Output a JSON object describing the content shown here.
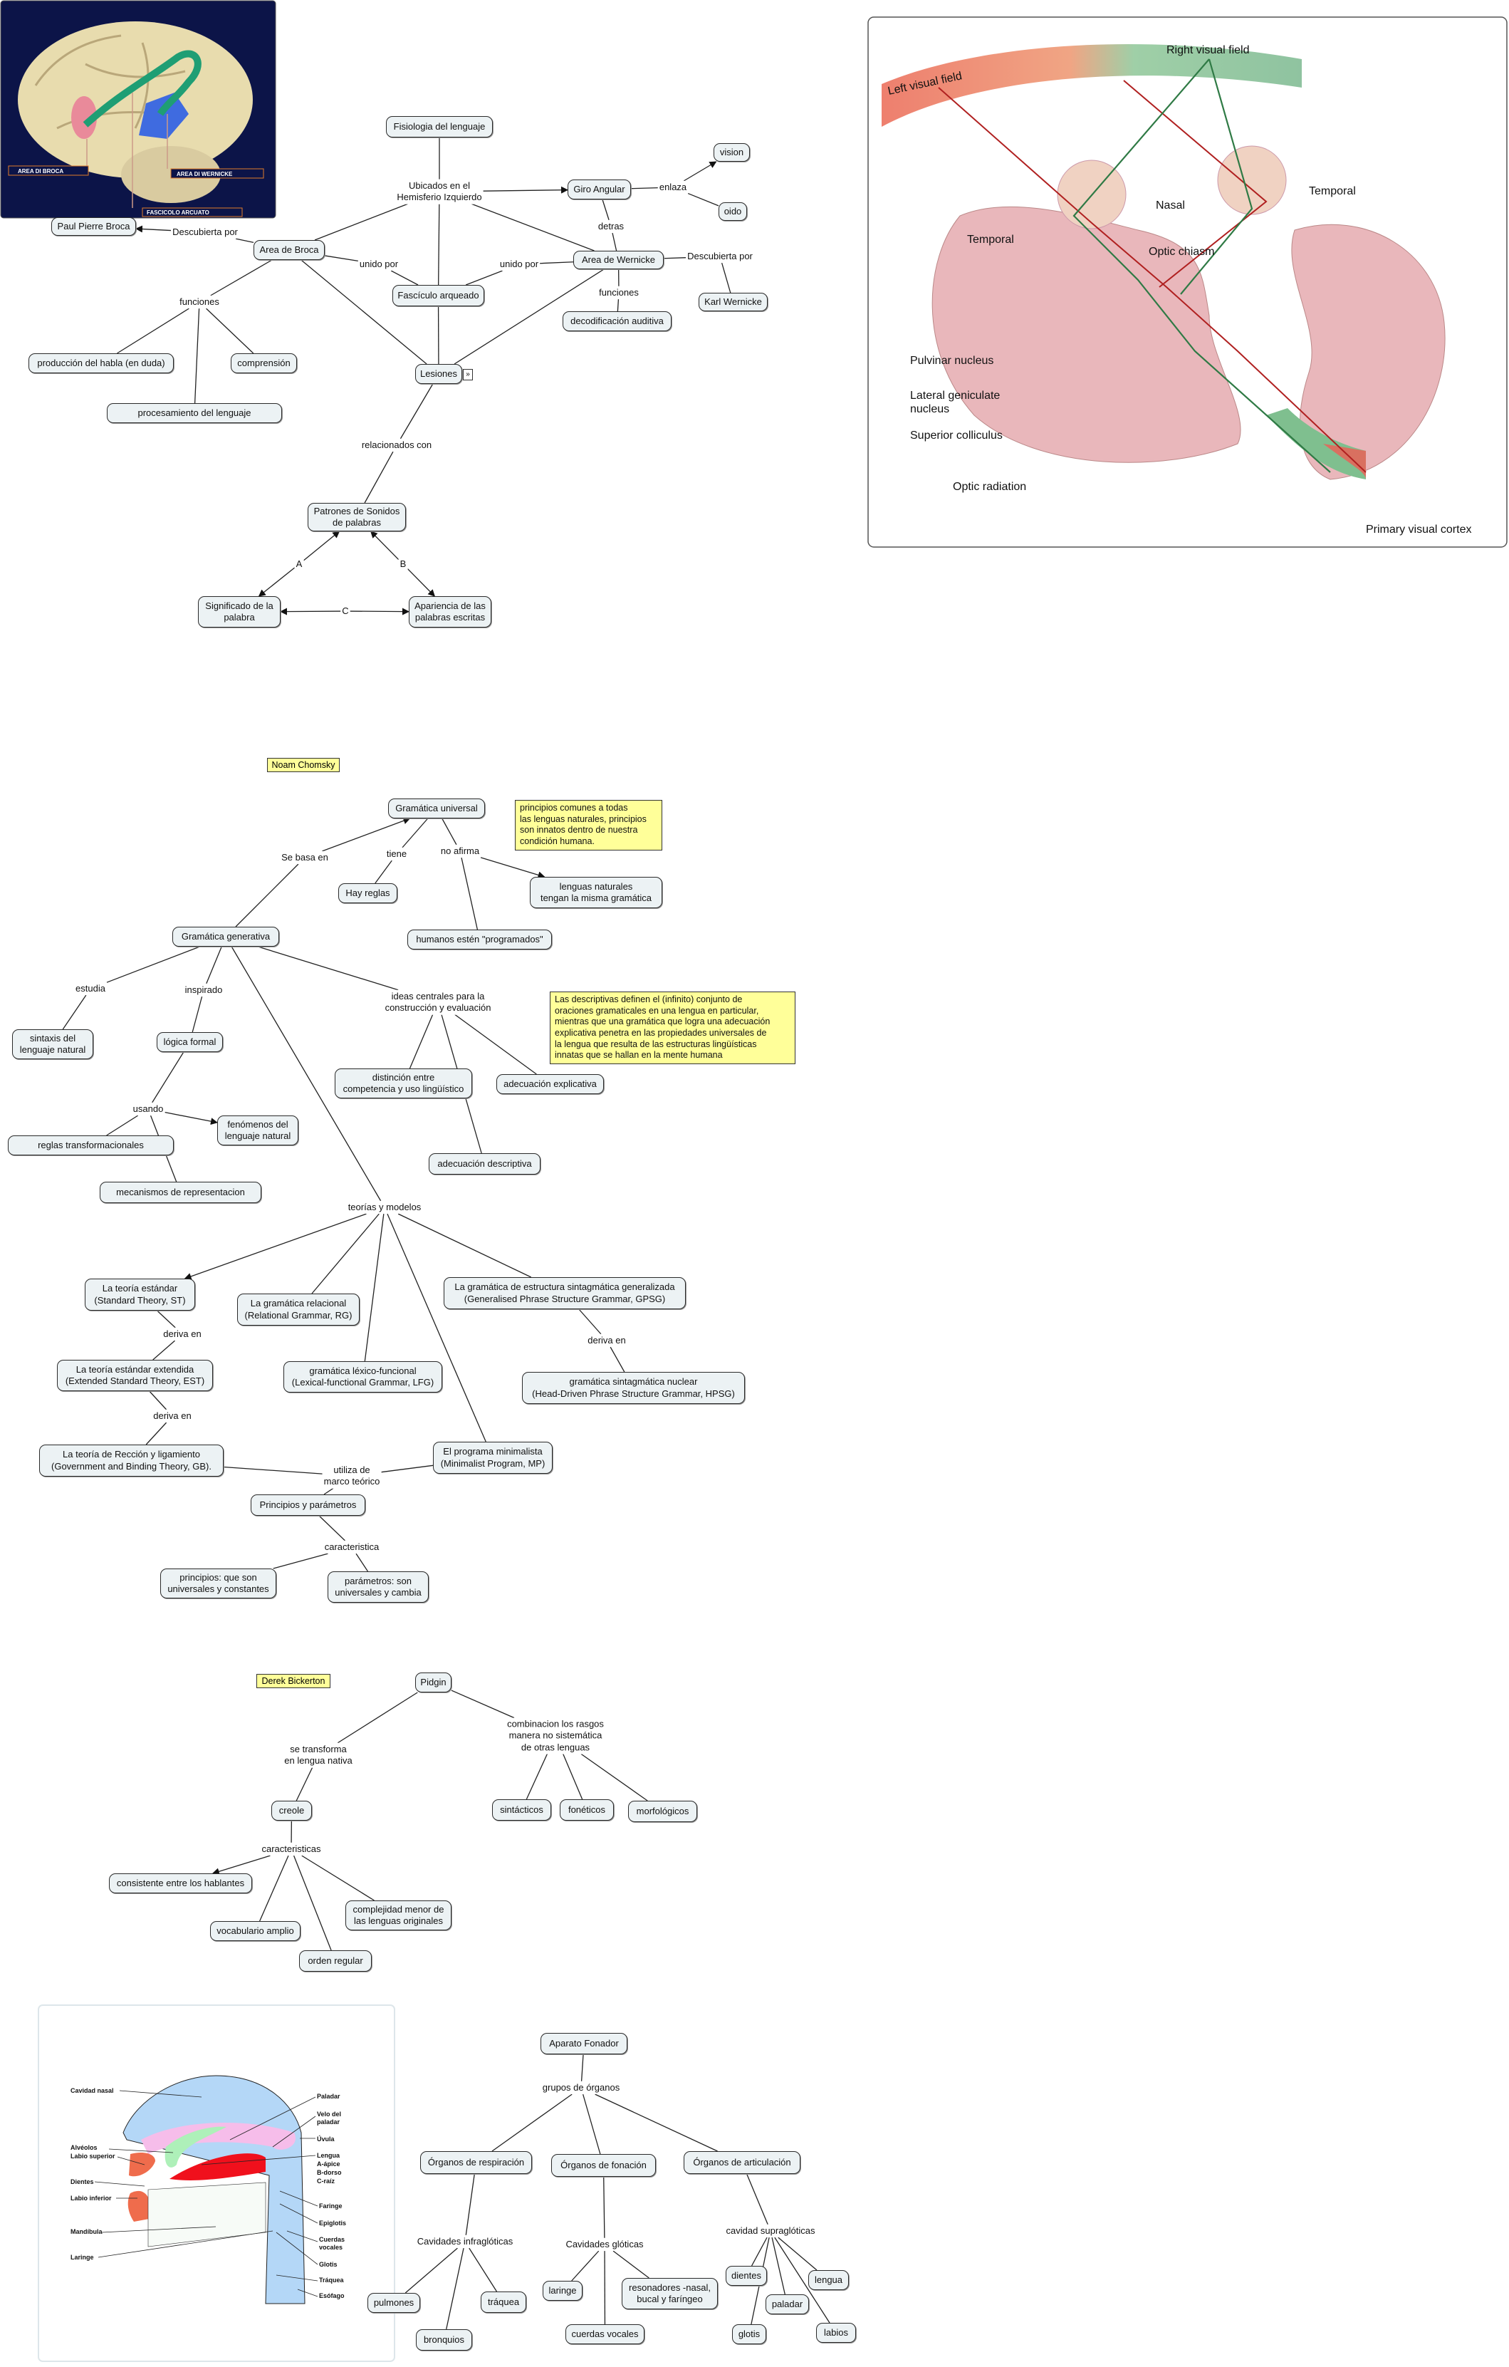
{
  "brain_image": {
    "labels": [
      "AREA DI BROCA",
      "AREA DI WERNICKE",
      "FASCICOLO ARCUATO"
    ]
  },
  "visual_image": {
    "labels": {
      "left_field": "Left visual field",
      "right_field": "Right visual field",
      "temporal_l": "Temporal",
      "nasal": "Nasal",
      "temporal_r": "Temporal",
      "chiasm": "Optic chiasm",
      "pulvinar": "Pulvinar nucleus",
      "lgn": "Lateral geniculate\nnucleus",
      "colliculus": "Superior colliculus",
      "radiation": "Optic radiation",
      "cortex": "Primary visual cortex"
    }
  },
  "vocal_image": {
    "labels": {
      "nasal": "Cavidad nasal",
      "paladar": "Paladar",
      "velo": "Velo del\npaladar",
      "uvula": "Úvula",
      "alveolos": "Alvéolos",
      "labio_sup": "Labio superior",
      "lengua": "Lengua\nA-ápice\nB-dorso\nC-raíz",
      "dientes": "Dientes",
      "labio_inf": "Labio inferior",
      "faringe": "Faringe",
      "epiglotis": "Epiglotis",
      "mandibula": "Mandíbula",
      "cuerdas": "Cuerdas\nvocales",
      "laringe": "Laringe",
      "glotis": "Glotis",
      "traquea": "Tráquea",
      "esofago": "Esófago"
    }
  },
  "fisiologia": {
    "nodes": {
      "fis": "Fisiologia del lenguaje",
      "giro": "Giro Angular",
      "vision": "vision",
      "oido": "oido",
      "wern": "Area de Wernicke",
      "karl": "Karl Wernicke",
      "decod": "decodificación auditiva",
      "fasc": "Fascículo arqueado",
      "broca": "Area de Broca",
      "paul": "Paul Pierre Broca",
      "prod": "producción del habla (en duda)",
      "comp": "comprensión",
      "proc": "procesamiento del lenguaje",
      "les": "Lesiones",
      "pat": "Patrones de Sonidos\nde palabras",
      "sig": "Significado de la\npalabra",
      "apa": "Apariencia de las\npalabras escritas"
    },
    "links": {
      "ubic": "Ubicados en el\nHemisferio Izquierdo",
      "enlaza": "enlaza",
      "detras": "detras",
      "desc2": "Descubierta por",
      "func2": "funciones",
      "unido2": "unido por",
      "unido1": "unido por",
      "desc1": "Descubierta por",
      "func1": "funciones",
      "rel": "relacionados con",
      "A": "A",
      "B": "B",
      "C": "C"
    }
  },
  "chomsky": {
    "tag": "Noam Chomsky",
    "note1": "principios comunes a todas\nlas lenguas naturales, principios\nson innatos dentro de nuestra\ncondición humana.",
    "note2": "Las descriptivas definen el (infinito) conjunto de\noraciones gramaticales en una lengua en particular,\nmientras que una gramática que logra una adecuación\nexplicativa penetra en las propiedades universales de\nla lengua que resulta de las estructuras lingüísticas\ninnatas que se hallan en la mente humana",
    "nodes": {
      "guni": "Gramática universal",
      "hay": "Hay reglas",
      "leng": "lenguas naturales\ntengan la misma gramática",
      "hum": "humanos estén \"programados\"",
      "gen": "Gramática generativa",
      "sint": "sintaxis del\nlenguaje natural",
      "log": "lógica formal",
      "dist": "distinción entre\ncompetencia y uso lingüístico",
      "adex": "adecuación explicativa",
      "fen": "fenómenos del\nlenguaje natural",
      "reg": "reglas transformacionales",
      "adde": "adecuación descriptiva",
      "mec": "mecanismos de representacion",
      "st": "La teoría estándar\n(Standard Theory, ST)",
      "rg": "La gramática relacional\n(Relational Grammar, RG)",
      "gpsg": "La gramática de estructura sintagmática generalizada\n(Generalised Phrase Structure Grammar, GPSG)",
      "est": "La teoría estándar extendida\n(Extended Standard Theory, EST)",
      "lfg": "gramática léxico-funcional\n(Lexical-functional Grammar, LFG)",
      "hpsg": "gramática sintagmática nuclear\n(Head-Driven Phrase Structure Grammar, HPSG)",
      "gb": "La teoría de Rección y ligamiento\n(Government and Binding Theory, GB).",
      "mp": "El programa minimalista\n(Minimalist Program, MP)",
      "pp": "Principios y parámetros",
      "prin": "principios: que son\nuniversales y constantes",
      "par": "parámetros: son\nuniversales y cambia"
    },
    "links": {
      "sebasa": "Se basa en",
      "tiene": "tiene",
      "noaf": "no afirma",
      "estudia": "estudia",
      "insp": "inspirado",
      "ideas": "ideas centrales para la\nconstrucción y evaluación",
      "usando": "usando",
      "teor": "teorías y modelos",
      "der1": "deriva en",
      "der2": "deriva en",
      "der3": "deriva en",
      "util": "utiliza de\nmarco teórico",
      "car": "caracteristica"
    }
  },
  "bickerton": {
    "tag": "Derek Bickerton",
    "nodes": {
      "pid": "Pidgin",
      "creole": "creole",
      "sin": "sintácticos",
      "fon": "fonéticos",
      "mor": "morfológicos",
      "cons": "consistente entre los hablantes",
      "comp": "complejidad menor de\nlas lenguas originales",
      "voc": "vocabulario amplio",
      "ord": "orden regular"
    },
    "links": {
      "setr": "se transforma\nen lengua nativa",
      "comb": "combinacion los rasgos\nmanera no sistemática\nde otras lenguas",
      "cars": "caracteristicas"
    }
  },
  "fonador": {
    "nodes": {
      "apa": "Aparato Fonador",
      "resp": "Órganos de respiración",
      "fon": "Órganos de fonación",
      "art": "Órganos de articulación",
      "pul": "pulmones",
      "tra": "tráquea",
      "bro": "bronquios",
      "lar": "laringe",
      "res": "resonadores -nasal,\nbucal y faríngeo",
      "cue": "cuerdas vocales",
      "dien": "dientes",
      "len": "lengua",
      "pal": "paladar",
      "glo": "glotis",
      "lab": "labios"
    },
    "links": {
      "grupos": "grupos de órganos",
      "infra": "Cavidades infraglóticas",
      "glot": "Cavidades glóticas",
      "supra": "cavidad supraglóticas"
    }
  }
}
